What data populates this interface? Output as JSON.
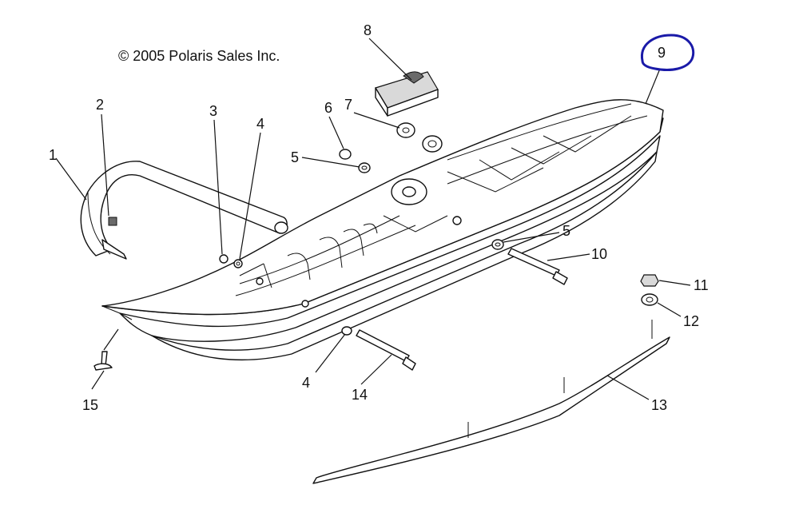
{
  "copyright": "© 2005 Polaris Sales Inc.",
  "callouts": [
    "1",
    "2",
    "3",
    "4",
    "5",
    "6",
    "7",
    "8",
    "9",
    "10",
    "5",
    "11",
    "12",
    "13",
    "4",
    "14",
    "15"
  ],
  "colors": {
    "ink": "#111111",
    "highlight": "#1a1aa8",
    "shade": "#d9d9d9"
  }
}
